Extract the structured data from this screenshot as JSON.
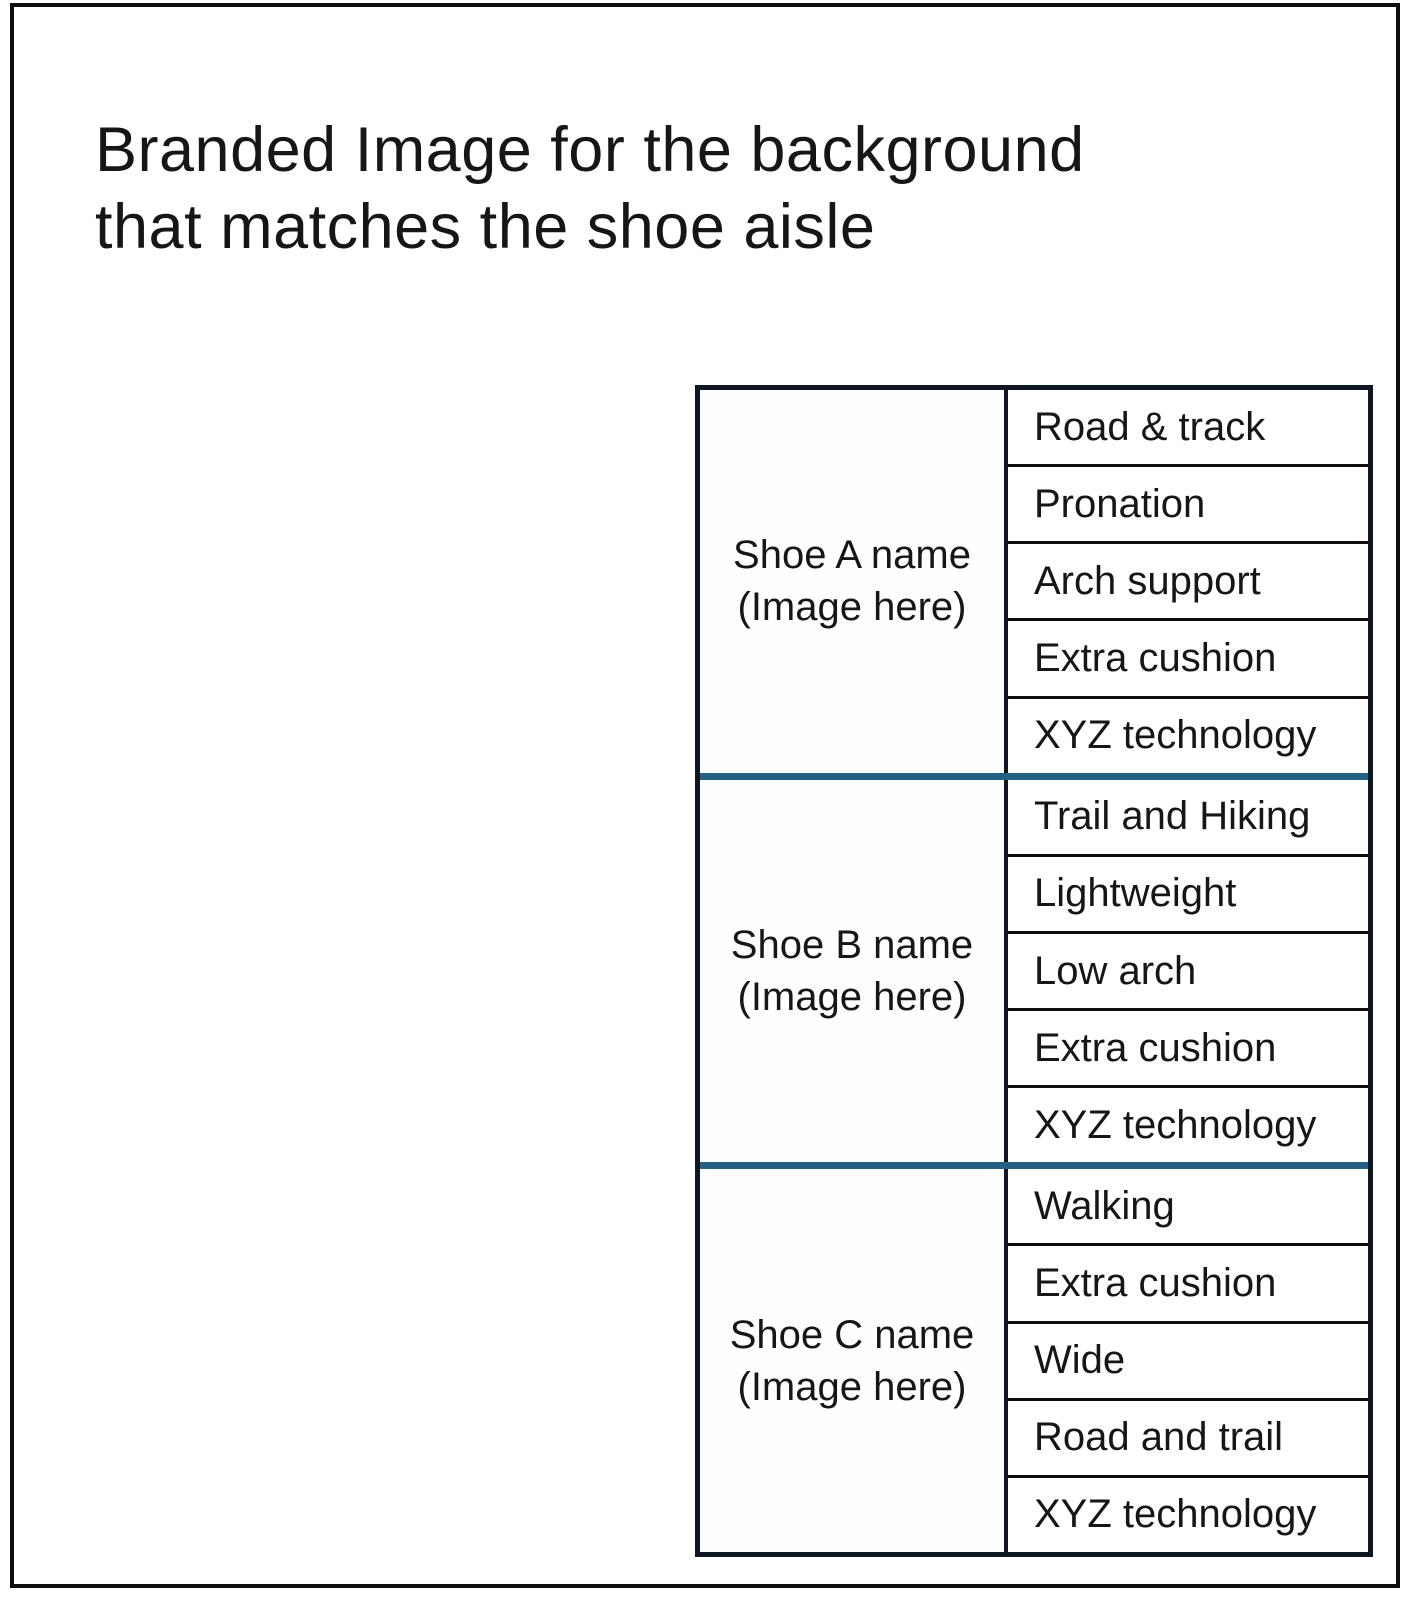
{
  "title": {
    "lines": [
      "Branded Image for the background",
      "that matches the shoe aisle"
    ]
  },
  "table": {
    "sections": [
      {
        "name": "Shoe A name",
        "image_placeholder": "(Image here)",
        "features": [
          "Road & track",
          "Pronation",
          "Arch support",
          "Extra cushion",
          "XYZ technology"
        ]
      },
      {
        "name": "Shoe B name",
        "image_placeholder": "(Image here)",
        "features": [
          "Trail and Hiking",
          "Lightweight",
          "Low arch",
          "Extra cushion",
          "XYZ technology"
        ]
      },
      {
        "name": "Shoe C name",
        "image_placeholder": "(Image here)",
        "features": [
          "Walking",
          "Extra cushion",
          "Wide",
          "Road and trail",
          "XYZ technology"
        ]
      }
    ]
  },
  "colors": {
    "text": "#161616",
    "frame": "#0d0d0d",
    "border": "#0e1721",
    "teal": "#236083"
  }
}
